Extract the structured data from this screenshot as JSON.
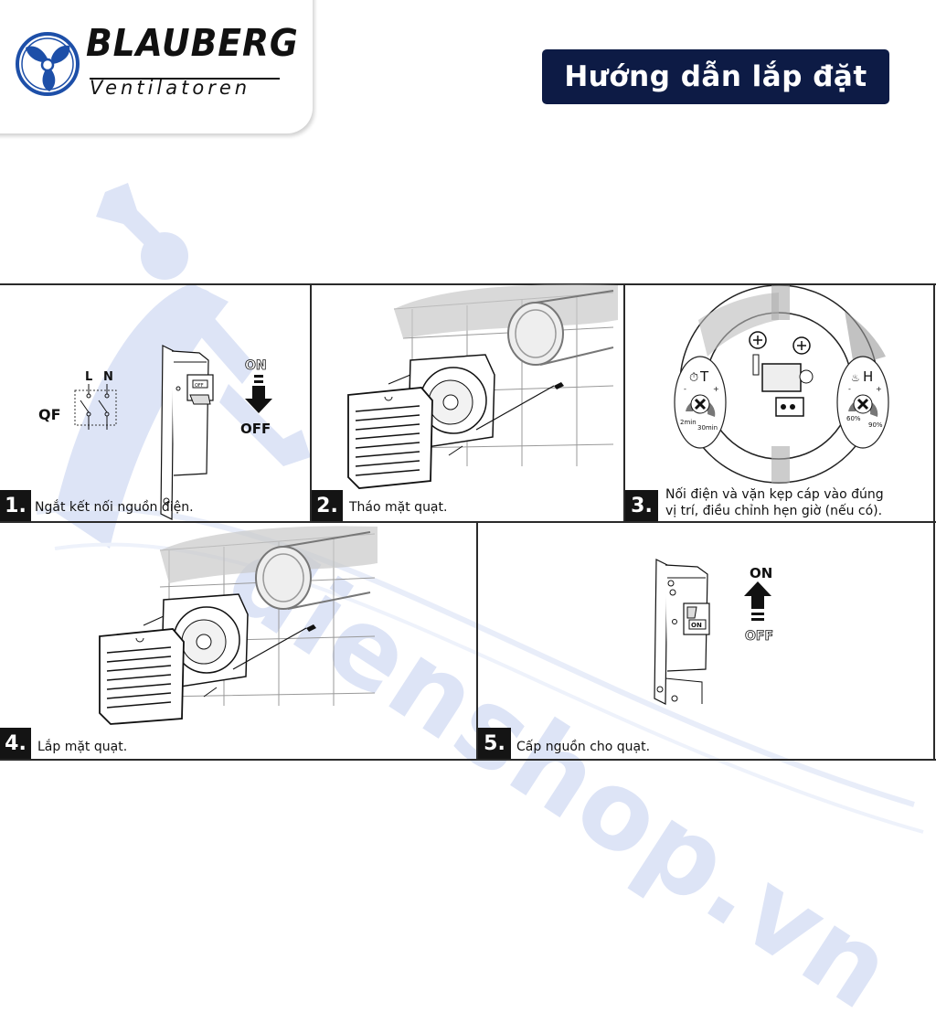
{
  "header": {
    "brand_name": "BLAUBERG",
    "brand_subtitle": "Ventilatoren",
    "title": "Hướng dẫn lắp đặt",
    "title_bg_color": "#0d1b45",
    "brand_color": "#1d4fa8"
  },
  "watermark": {
    "text": "dienshop.vn",
    "color": "#dde4f6"
  },
  "steps": [
    {
      "number": "1.",
      "label": "Ngắt kết nối nguồn điện.",
      "diagram": {
        "switch_name": "QF",
        "poles": [
          "L",
          "N"
        ],
        "breaker_state": "OFF",
        "arrow_from": "ON",
        "arrow_to": "OFF"
      }
    },
    {
      "number": "2.",
      "label": "Tháo mặt quạt."
    },
    {
      "number": "3.",
      "label_line1": "Nối điện và vặn kẹp cáp vào đúng",
      "label_line2": "vị trí, điều chỉnh hẹn giờ (nếu có).",
      "diagram": {
        "timer_label": "T",
        "timer_min": "2min",
        "timer_max": "30min",
        "humidity_label": "H",
        "humidity_min": "60%",
        "humidity_max": "90%",
        "minus": "-",
        "plus": "+"
      }
    },
    {
      "number": "4.",
      "label": "Lắp mặt quạt."
    },
    {
      "number": "5.",
      "label": "Cấp nguồn cho quạt.",
      "diagram": {
        "breaker_state": "ON",
        "arrow_from": "OFF",
        "arrow_to": "ON"
      }
    }
  ]
}
